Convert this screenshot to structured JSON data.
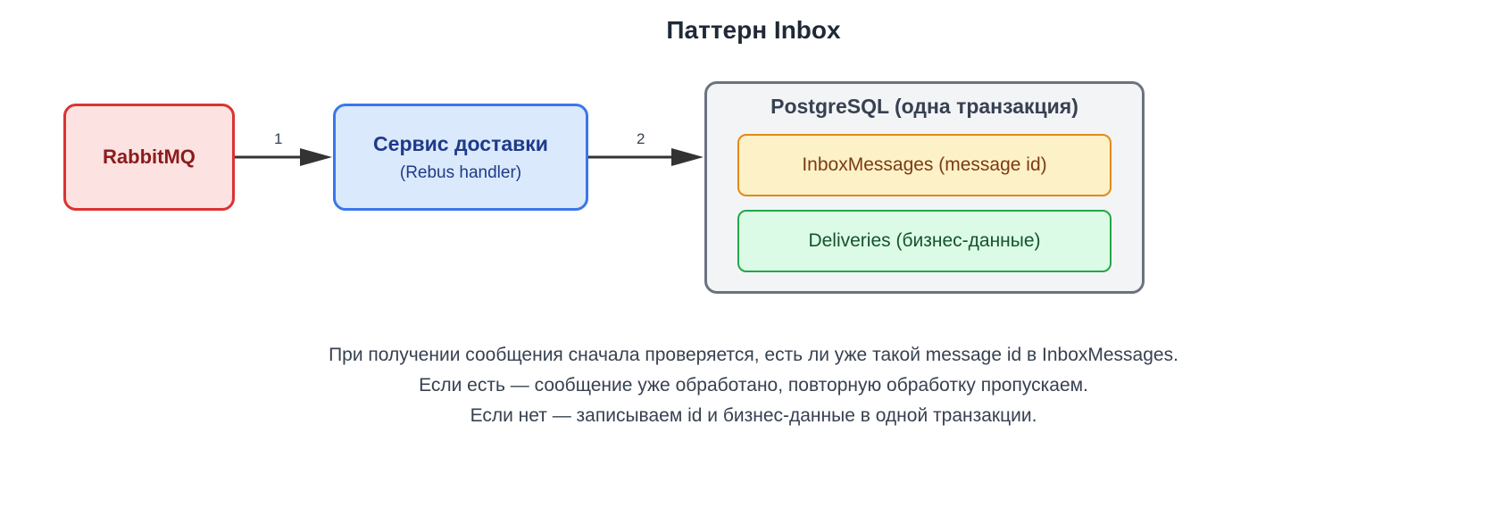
{
  "title": "Паттерн Inbox",
  "nodes": {
    "rabbitmq": "RabbitMQ",
    "service_title": "Сервис доставки",
    "service_subtitle": "(Rebus handler)",
    "postgres_title": "PostgreSQL (одна транзакция)",
    "inbox_table": "InboxMessages (message id)",
    "deliveries_table": "Deliveries (бизнес-данные)"
  },
  "edges": {
    "e1_label": "1",
    "e2_label": "2"
  },
  "notes": [
    "При получении сообщения сначала проверяется, есть ли уже такой message id в InboxMessages.",
    "Если есть — сообщение уже обработано, повторную обработку пропускаем.",
    "Если нет — записываем id и бизнес-данные в одной транзакции."
  ],
  "colors": {
    "arrow": "#333333",
    "rabbitmq_border": "#dc3232",
    "service_border": "#3b76ea",
    "postgres_border": "#6b7280",
    "inbox_border": "#e28a1a",
    "deliveries_border": "#22a74a"
  }
}
